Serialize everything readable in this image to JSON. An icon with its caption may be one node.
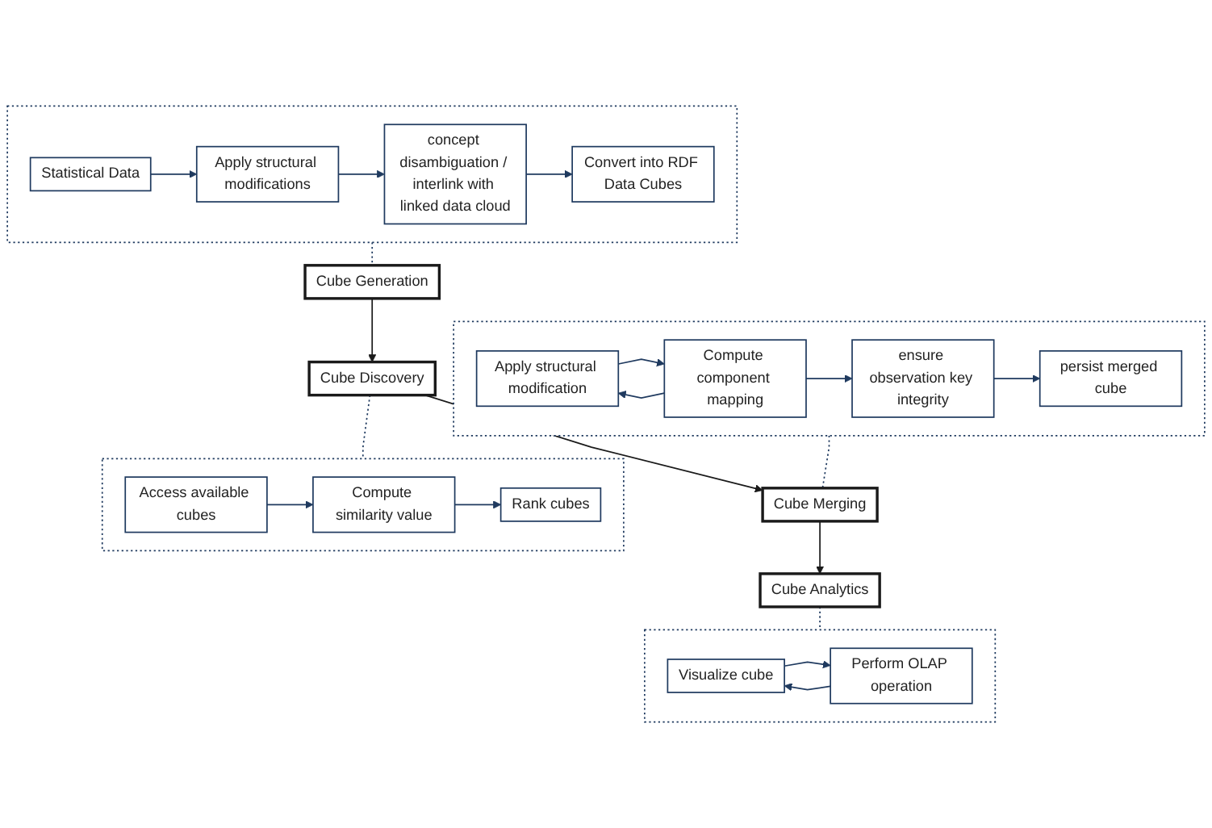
{
  "diagram": {
    "nodes": [
      {
        "text": [],
        "shape": "box"
      },
      {
        "text": [
          "Statistical Data"
        ],
        "in": 0
      },
      {
        "text": [
          "Apply structural modifications"
        ],
        "in": 0
      },
      {
        "text": [
          "concept disambiguation / interlink with linked data cloud"
        ],
        "in": 0
      },
      {
        "text": [
          "Convert into RDF Data Cubes"
        ],
        "in": 0
      },
      {
        "text": [],
        "shape": "box"
      },
      {
        "text": [
          "Apply structural modification"
        ],
        "in": 5
      },
      {
        "text": [
          "Compute component mapping"
        ],
        "in": 5
      },
      {
        "text": [
          "persist merged cube"
        ],
        "in": 5
      },
      {
        "text": [
          "ensure observation key integrity"
        ],
        "in": 5
      },
      {
        "text": [
          "Cube Generation"
        ]
      },
      {
        "text": [
          "Cube Discovery"
        ]
      },
      {
        "text": [
          "Cube Merging"
        ]
      },
      {
        "text": [
          "Cube Analytics"
        ]
      },
      {
        "text": [],
        "shape": "box"
      },
      {
        "text": [
          "Access available cubes"
        ],
        "in": 14
      },
      {
        "text": [
          "Compute similarity value"
        ],
        "in": 14
      },
      {
        "text": [
          "Rank cubes"
        ],
        "in": 14
      },
      {
        "text": [],
        "shape": "box"
      },
      {
        "text": [
          "Visualize cube"
        ],
        "in": 18
      },
      {
        "text": [
          "Perform OLAP operation"
        ],
        "in": 18
      }
    ],
    "edges": [
      {
        "from": 1,
        "to": 2,
        "arrow": "to"
      },
      {
        "from": 2,
        "to": 3,
        "arrow": "to"
      },
      {
        "from": 3,
        "to": 4,
        "arrow": "to"
      },
      {
        "from": 7,
        "to": 6,
        "arrow": "to"
      },
      {
        "from": 6,
        "to": 7,
        "arrow": "to"
      },
      {
        "from": 7,
        "to": 9,
        "arrow": "to"
      },
      {
        "from": 9,
        "to": 8,
        "arrow": "to"
      },
      {
        "from": 0,
        "to": 10,
        "arrow": "none",
        "style": "dashed"
      },
      {
        "from": 5,
        "to": 12,
        "arrow": "none",
        "style": "dashed"
      },
      {
        "from": 10,
        "to": 11,
        "arrow": "to",
        "color": "#1a1a1a"
      },
      {
        "from": 11,
        "to": 12,
        "arrow": "to",
        "color": "#1a1a1a"
      },
      {
        "from": 12,
        "to": 13,
        "arrow": "to",
        "color": "#1a1a1a"
      },
      {
        "from": 11,
        "to": 14,
        "arrow": "none",
        "style": "dashed"
      },
      {
        "from": 13,
        "to": 18,
        "arrow": "none",
        "style": "dashed"
      },
      {
        "from": 15,
        "to": 16,
        "arrow": "to"
      },
      {
        "from": 16,
        "to": 17,
        "arrow": "to"
      },
      {
        "from": 19,
        "to": 20,
        "arrow": "to"
      },
      {
        "from": 20,
        "to": 19,
        "arrow": "to"
      }
    ]
  }
}
